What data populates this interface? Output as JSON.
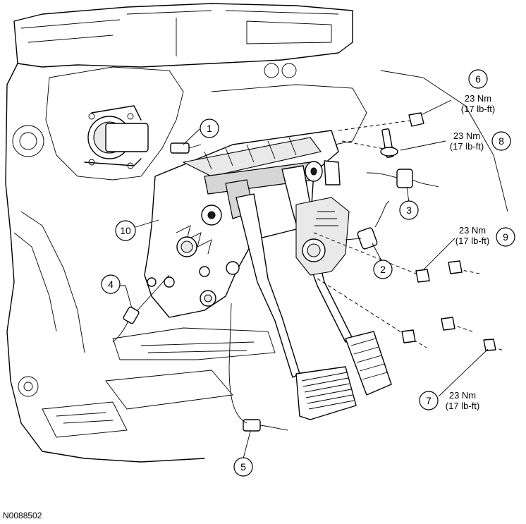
{
  "figure_code": "N0088502",
  "callouts": [
    {
      "id": "1",
      "label": "1"
    },
    {
      "id": "2",
      "label": "2"
    },
    {
      "id": "3",
      "label": "3"
    },
    {
      "id": "4",
      "label": "4"
    },
    {
      "id": "5",
      "label": "5"
    },
    {
      "id": "6",
      "label": "6"
    },
    {
      "id": "7",
      "label": "7"
    },
    {
      "id": "8",
      "label": "8"
    },
    {
      "id": "9",
      "label": "9"
    },
    {
      "id": "10",
      "label": "10"
    }
  ],
  "torque_specs": {
    "c6": {
      "metric": "23 Nm",
      "imperial": "(17 lb-ft)"
    },
    "c7": {
      "metric": "23 Nm",
      "imperial": "(17 lb-ft)"
    },
    "c8": {
      "metric": "23 Nm",
      "imperial": "(17 lb-ft)"
    },
    "c9": {
      "metric": "23 Nm",
      "imperial": "(17 lb-ft)"
    }
  }
}
